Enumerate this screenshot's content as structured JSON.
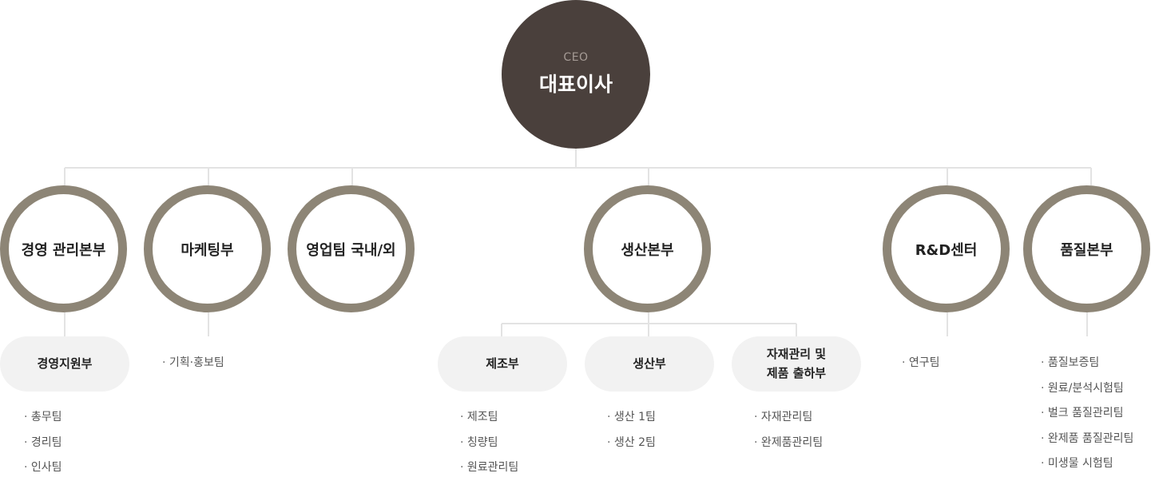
{
  "ceo": {
    "label": "CEO",
    "title": "대표이사"
  },
  "departments": [
    {
      "name": "경영 관리본부"
    },
    {
      "name": "마케팅부"
    },
    {
      "name": "영업팀 국내/외"
    },
    {
      "name": "생산본부"
    },
    {
      "name": "R&D센터"
    },
    {
      "name": "품질본부"
    }
  ],
  "sub_departments": [
    {
      "name": "경영지원부"
    },
    {
      "name": "제조부"
    },
    {
      "name": "생산부"
    },
    {
      "name": "자재관리 및 제품 출하부",
      "line1": "자재관리 및",
      "line2": "제품 출하부"
    }
  ],
  "teams": {
    "management_support": [
      "총무팀",
      "경리팀",
      "인사팀"
    ],
    "marketing": [
      "기획·홍보팀"
    ],
    "manufacturing": [
      "제조팀",
      "칭량팀",
      "원료관리팀"
    ],
    "production": [
      "생산 1팀",
      "생산 2팀"
    ],
    "materials": [
      "자재관리팀",
      "완제품관리팀"
    ],
    "rnd": [
      "연구팀"
    ],
    "quality": [
      "품질보증팀",
      "원료/분석시험팀",
      "벌크 품질관리팀",
      "완제품 품질관리팀",
      "미생물 시험팀"
    ]
  },
  "colors": {
    "ceo_fill": "#4a403c",
    "ring": "#8d8576",
    "pill": "#f2f2f2",
    "line": "#e3e3e3"
  }
}
